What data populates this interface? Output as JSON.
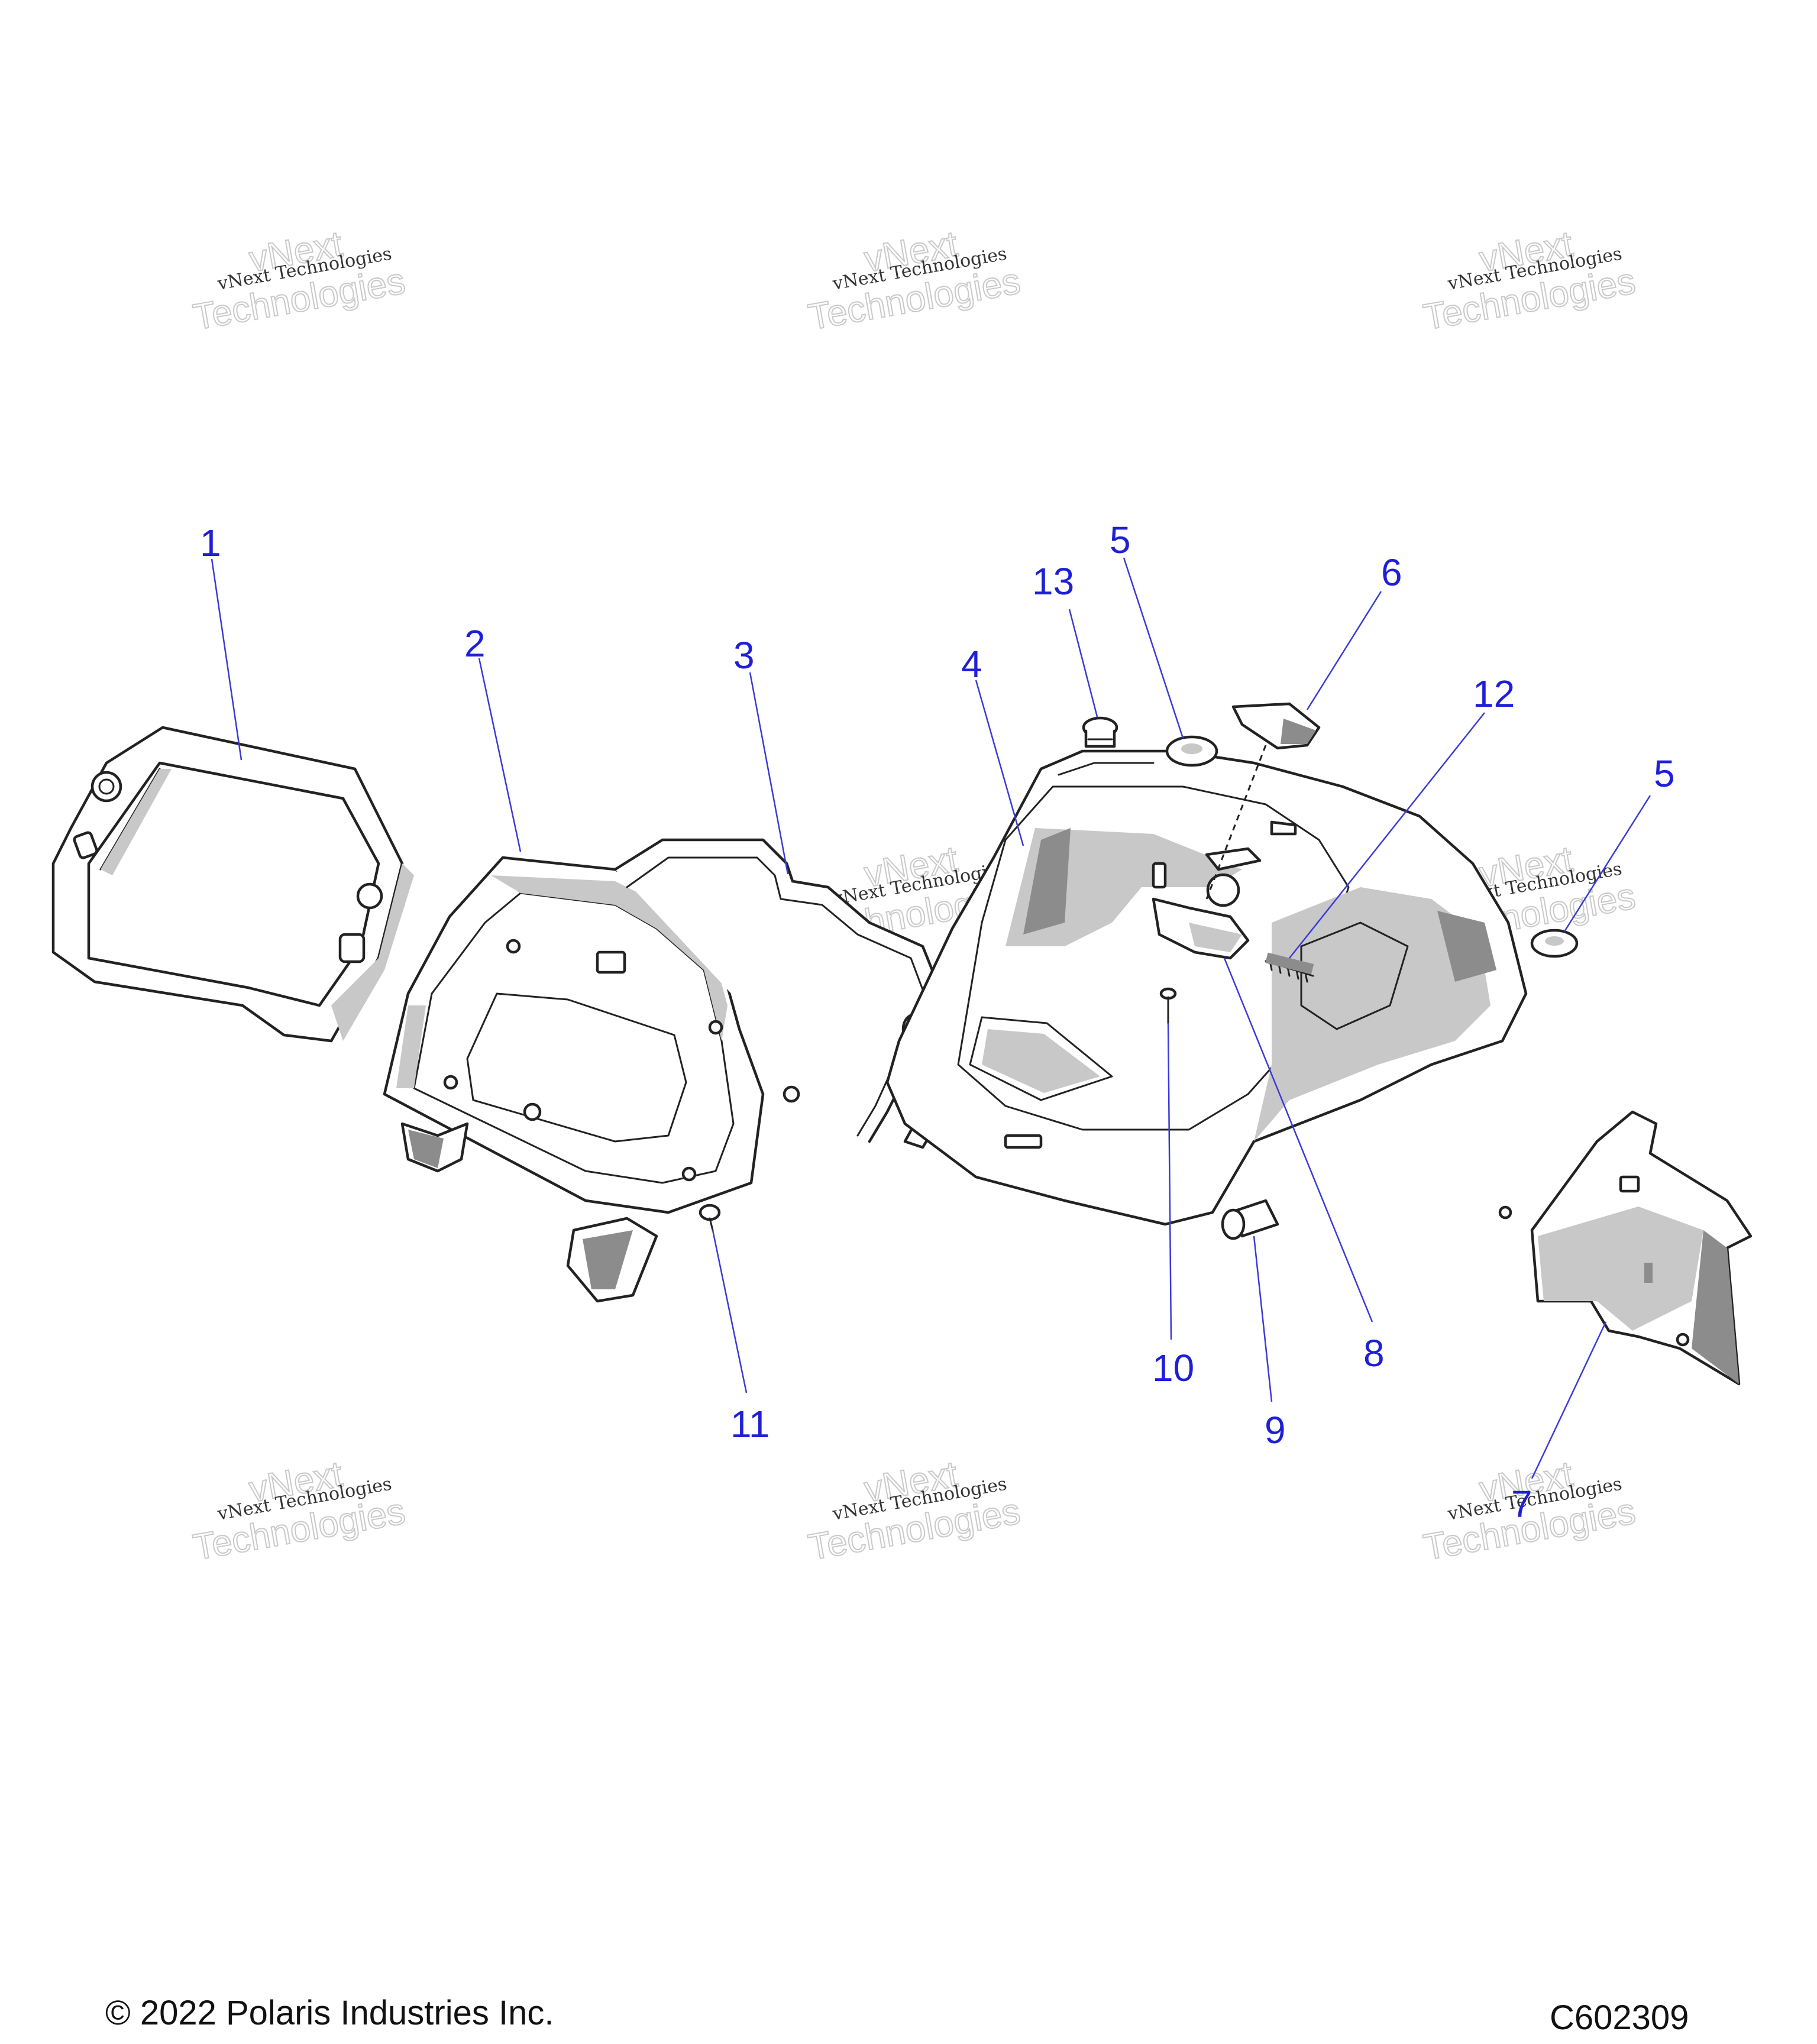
{
  "watermark": {
    "line1": "vNext Technologies",
    "outline_top": "vNext",
    "outline_bottom": "Technologies"
  },
  "callouts": {
    "c1": "1",
    "c2": "2",
    "c3": "3",
    "c4": "4",
    "c5a": "5",
    "c5b": "5",
    "c6": "6",
    "c7": "7",
    "c8": "8",
    "c9": "9",
    "c10": "10",
    "c11": "11",
    "c12": "12",
    "c13": "13"
  },
  "footer": {
    "copyright": "© 2022 Polaris Industries Inc.",
    "drawing_code": "C602309"
  },
  "colors": {
    "callout_blue": "#1f1fd6",
    "line_art": "#222222",
    "watermark_gray": "#c9c9c9"
  }
}
